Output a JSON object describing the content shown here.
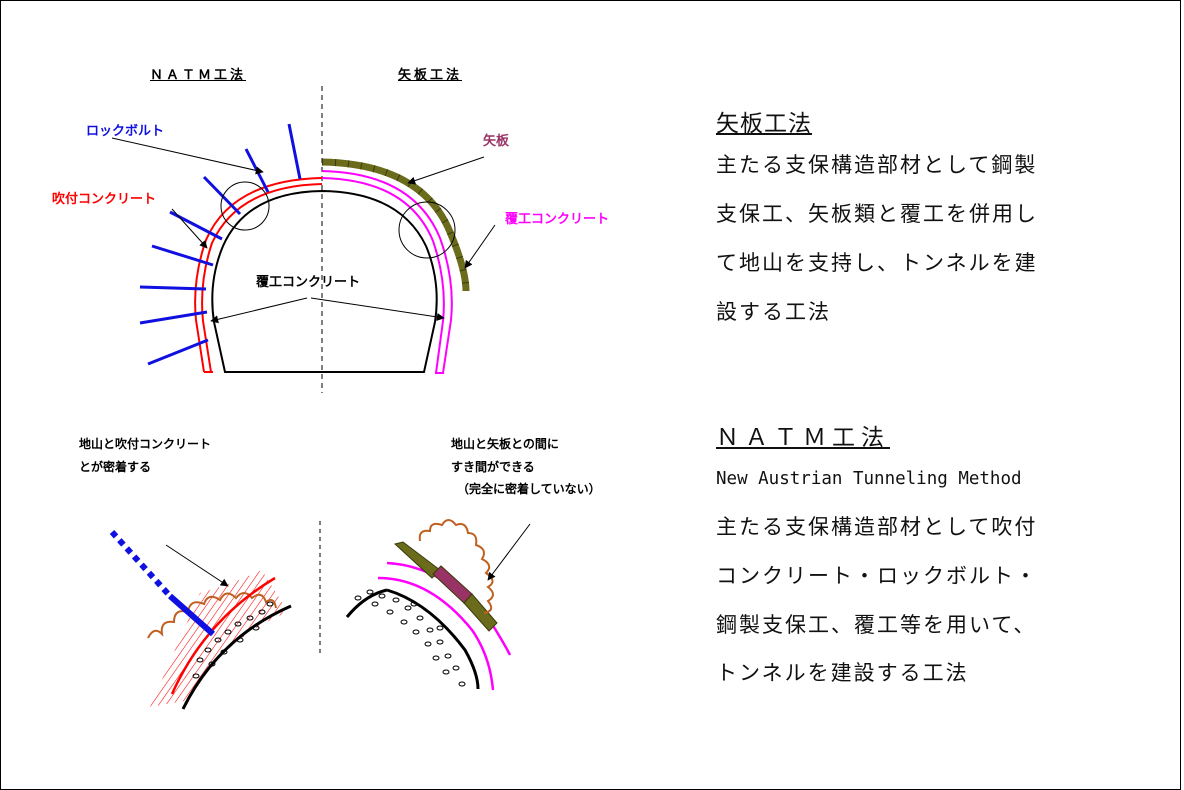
{
  "left": {
    "headers": {
      "natm": "ＮＡＴＭ工法",
      "yaita": "矢板工法"
    },
    "labels": {
      "rock_bolt": "ロックボルト",
      "shotcrete": "吹付コンクリート",
      "yaita": "矢板",
      "lining_right": "覆工コンクリート",
      "lining_center": "覆工コンクリート"
    },
    "detail_left": {
      "line1": "地山と吹付コンクリート",
      "line2": "とが密着する"
    },
    "detail_right": {
      "line1": "地山と矢板との間に",
      "line2": "すき間ができる",
      "line3": "（完全に密着していない）"
    }
  },
  "right": {
    "yaita": {
      "title": "矢板工法",
      "lines": [
        "主たる支保構造部材として鋼製",
        "支保工、矢板類と覆工を併用し",
        "て地山を支持し、トンネルを建",
        "設する工法"
      ]
    },
    "natm": {
      "title": "ＮＡＴＭ工法",
      "english": "New Austrian Tunneling Method",
      "lines": [
        "主たる支保構造部材として吹付",
        "コンクリート・ロックボルト・",
        "鋼製支保工、覆工等を用いて、",
        "トンネルを建設する工法"
      ]
    }
  },
  "colors": {
    "rock_bolt": "#1010e0",
    "shotcrete": "#ff0000",
    "lining": "#ff00ff",
    "yaita_label": "#993366",
    "yaita_board": "#6b6b1c",
    "ground": "#c06020"
  }
}
